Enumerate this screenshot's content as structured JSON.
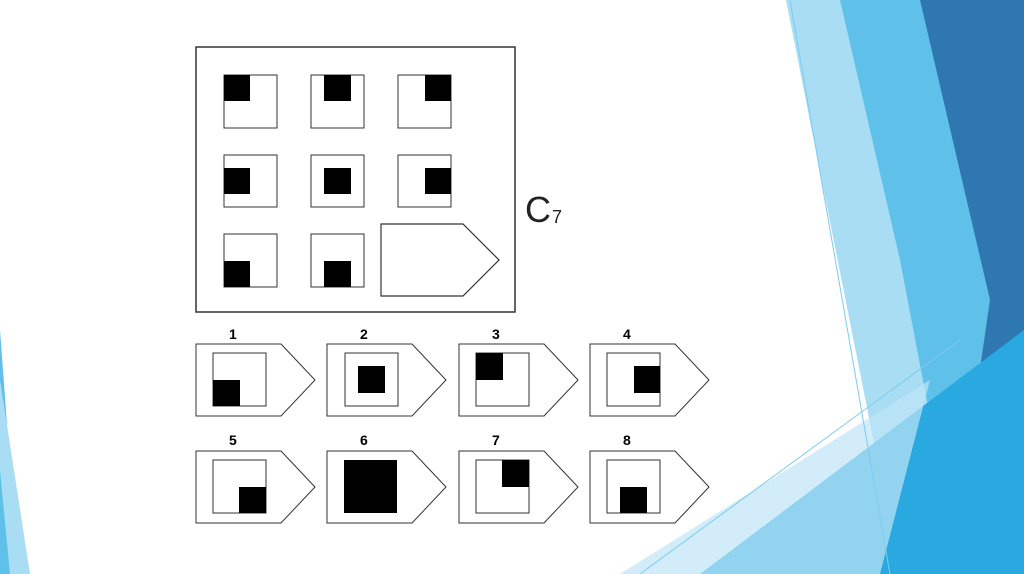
{
  "slide": {
    "title": "C",
    "title_sub": "7",
    "options": [
      {
        "label": "1"
      },
      {
        "label": "2"
      },
      {
        "label": "3"
      },
      {
        "label": "4"
      },
      {
        "label": "5"
      },
      {
        "label": "6"
      },
      {
        "label": "7"
      },
      {
        "label": "8"
      }
    ]
  },
  "theme": {
    "accent_light": "#8fd3f2",
    "accent_mid": "#3fb2e6",
    "accent_dark": "#2a6fa8"
  }
}
